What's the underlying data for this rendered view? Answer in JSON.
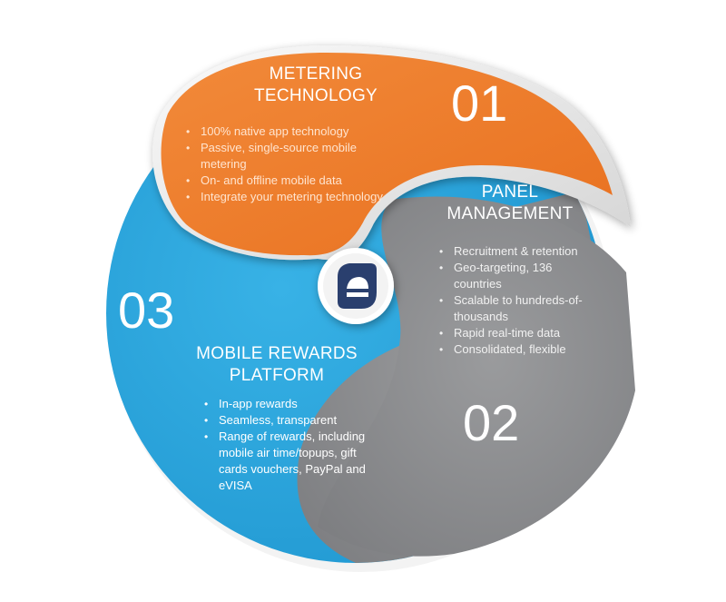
{
  "segments": {
    "metering": {
      "number": "01",
      "title_line1": "METERING",
      "title_line2": "TECHNOLOGY",
      "bullets": [
        "100% native app technology",
        "Passive, single-source mobile metering",
        "On- and offline mobile data",
        "Integrate your metering technology"
      ],
      "color": "#ef7a2a"
    },
    "panel": {
      "number": "02",
      "title_line1": "PANEL",
      "title_line2": "MANAGEMENT",
      "bullets": [
        "Recruitment & retention",
        "Geo-targeting, 136 countries",
        "Scalable to hundreds-of-thousands",
        "Rapid real-time data",
        "Consolidated, flexible"
      ],
      "color": "#8b8c8e"
    },
    "rewards": {
      "number": "03",
      "title_line1": "MOBILE REWARDS",
      "title_line2": "PLATFORM",
      "bullets": [
        "In-app rewards",
        "Seamless, transparent",
        "Range of rewards, including mobile air time/topups, gift cards vouchers, PayPal and eVISA"
      ],
      "color": "#2aa7dd"
    }
  },
  "logo": {
    "icon": "e-logo-icon",
    "color": "#2a3f6e"
  }
}
